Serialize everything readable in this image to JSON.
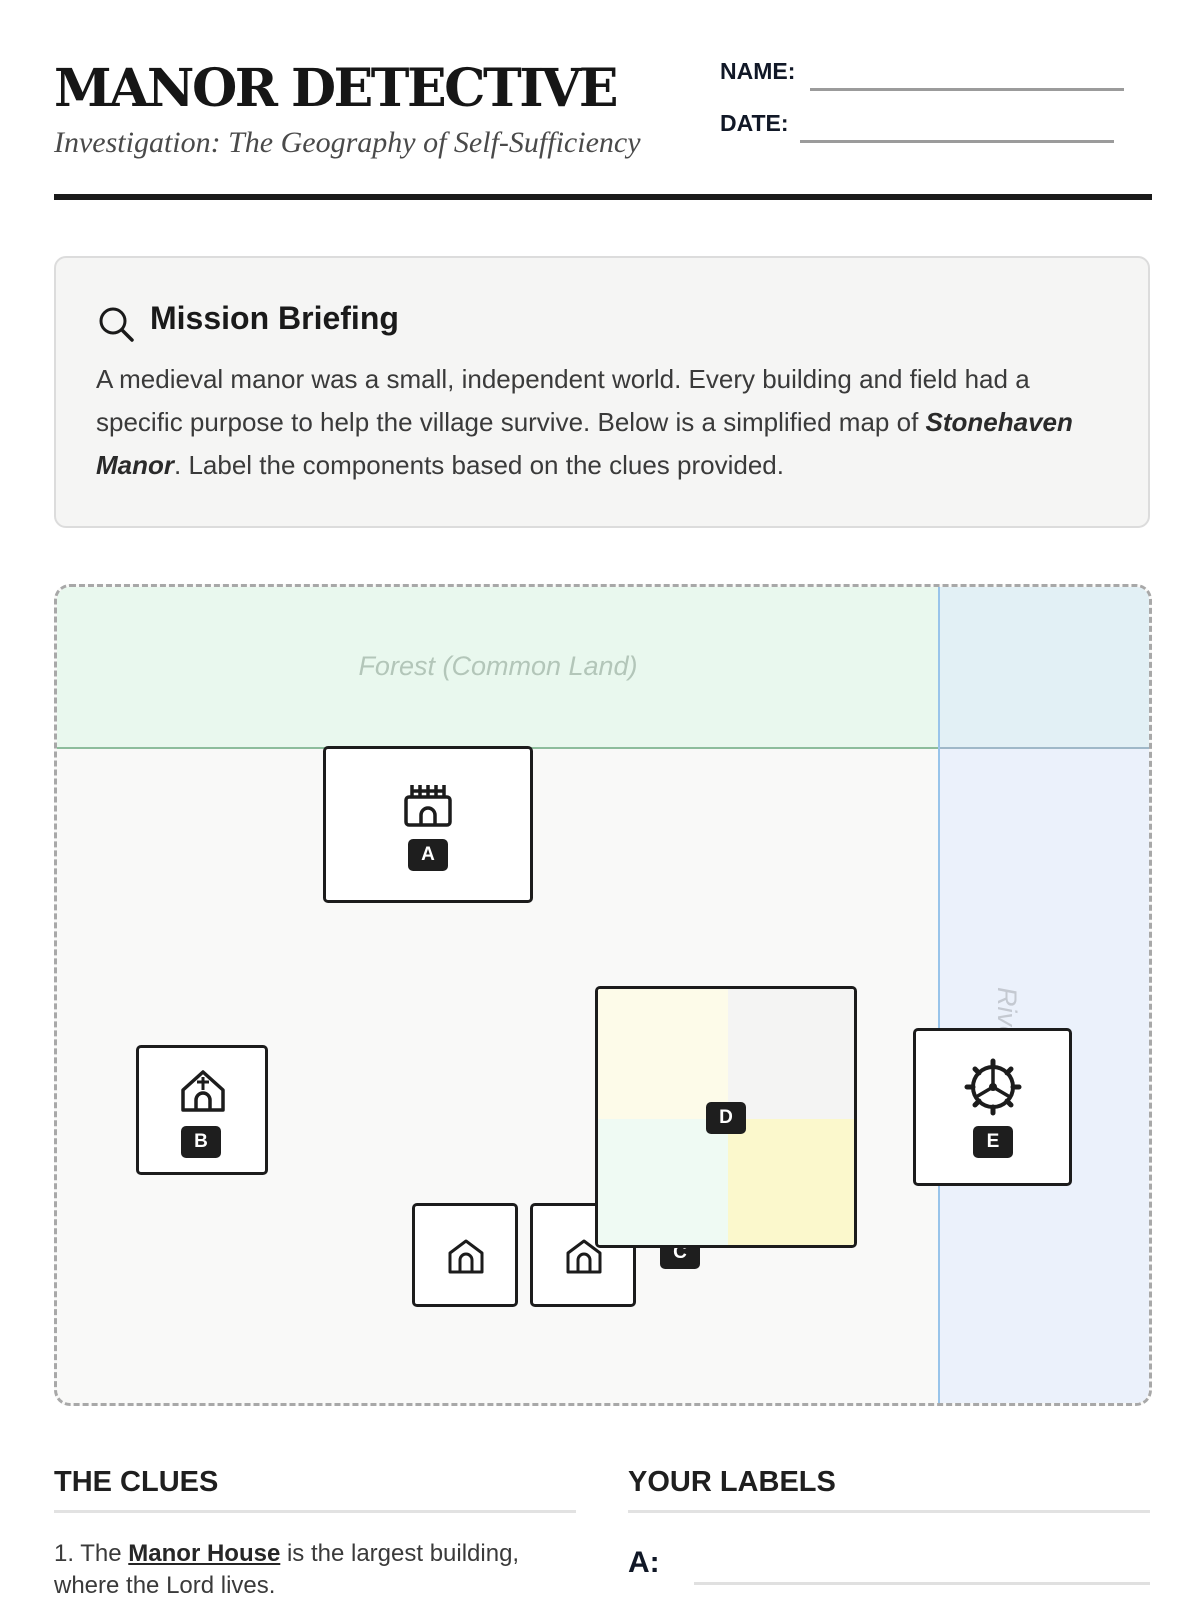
{
  "header": {
    "title": "MANOR DETECTIVE",
    "subtitle": "Investigation: The Geography of Self-Sufficiency",
    "name_label": "NAME:",
    "date_label": "DATE:"
  },
  "briefing": {
    "icon": "search-icon",
    "title": "Mission Briefing",
    "text_1": "A medieval manor was a small, independent world. Every building and field had a specific purpose to help the village survive. Below is a simplified map of ",
    "emphasis": "Stonehaven Manor",
    "text_2": ". Label the components based on the clues provided."
  },
  "map": {
    "forest_label": "Forest (Common Land)",
    "river_label": "River",
    "buildings": [
      {
        "label": "A",
        "icon": "castle-icon"
      },
      {
        "label": "B",
        "icon": "church-icon"
      },
      {
        "label": "C",
        "icon": "house-icon"
      },
      {
        "label": "D",
        "icon": "field-grid-icon"
      },
      {
        "label": "E",
        "icon": "mill-wheel-icon"
      }
    ],
    "field_colors": [
      "#fdfbe9",
      "#f4f4f3",
      "#effaf3",
      "#fbf8cc"
    ]
  },
  "clues": {
    "heading": "THE CLUES",
    "items": [
      {
        "prefix": "1. The ",
        "term": "Manor House",
        "rest": " is the largest building, where the Lord lives."
      }
    ]
  },
  "labels": {
    "heading": "YOUR LABELS",
    "rows": [
      {
        "letter": "A:"
      }
    ]
  }
}
